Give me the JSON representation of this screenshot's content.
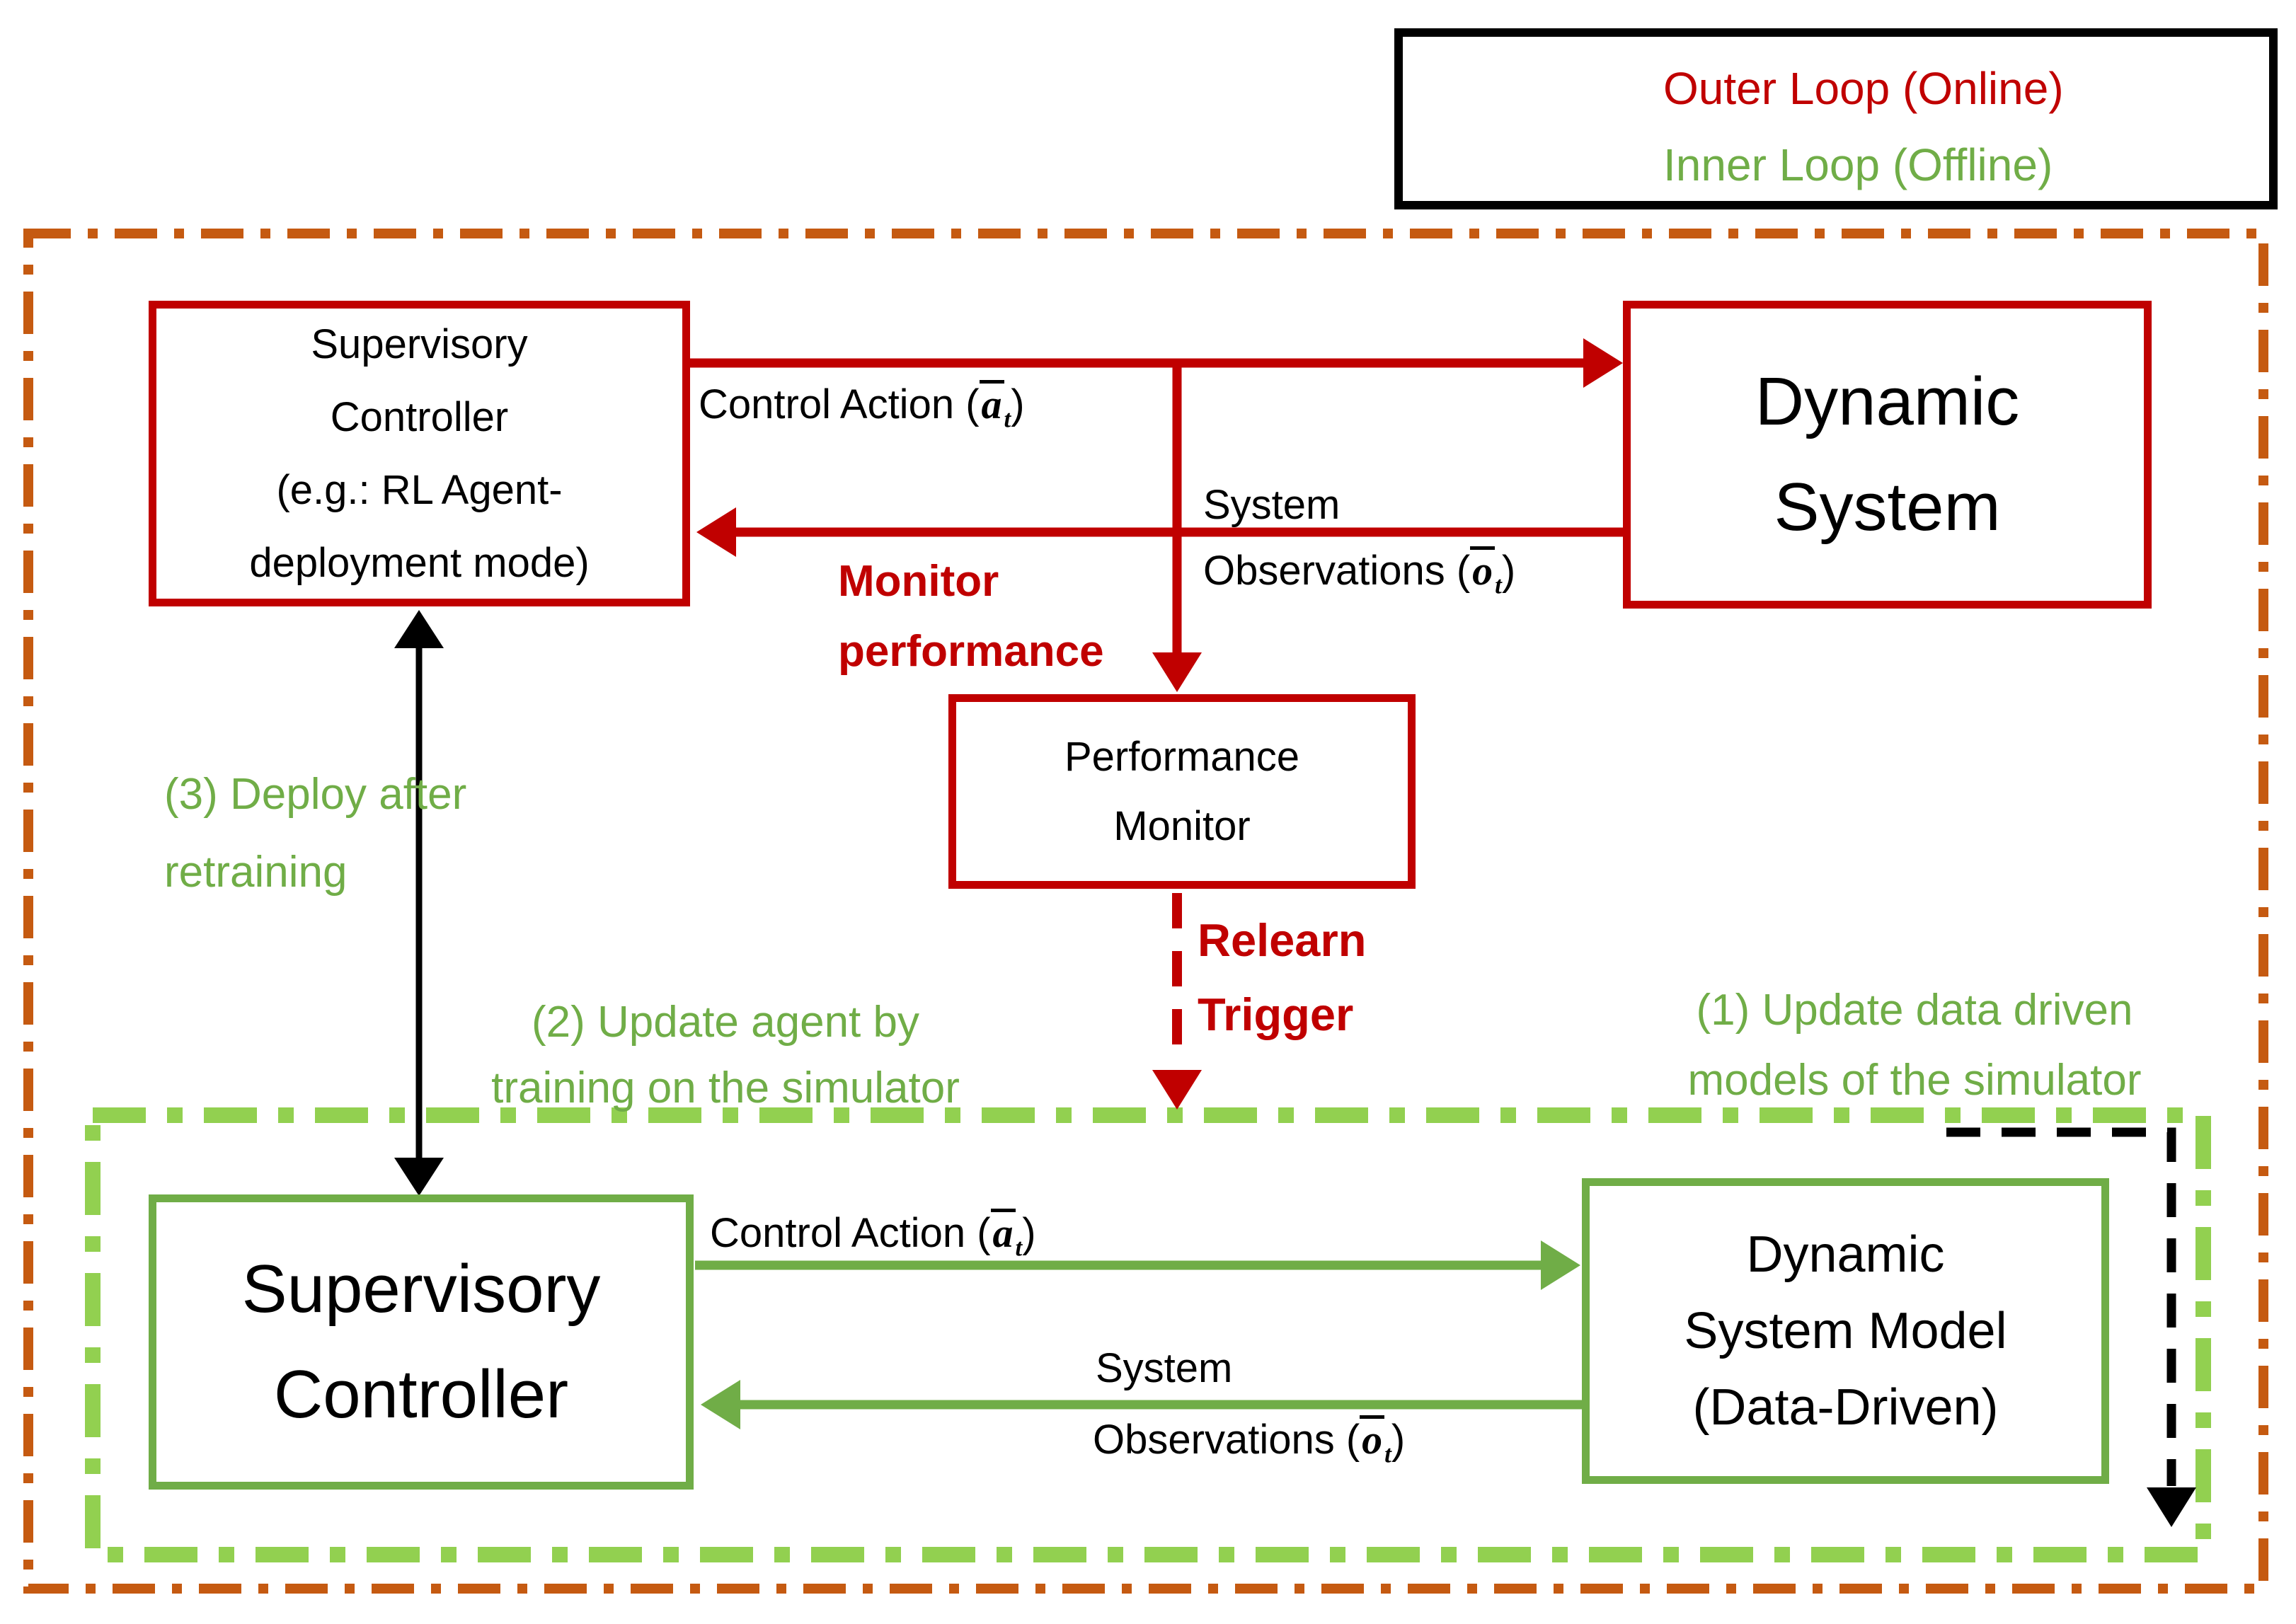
{
  "legend": {
    "outer": {
      "label": "Outer Loop (Online)",
      "color": "#C00000"
    },
    "inner": {
      "label": "Inner Loop (Offline)",
      "color": "#70AD47"
    }
  },
  "colors": {
    "outer_loop_border": "#C55A11",
    "inner_loop_border": "#92D050",
    "red_accent": "#C00000",
    "green_accent": "#70AD47",
    "black": "#000000"
  },
  "boxes": {
    "supervisory_top": {
      "lines": [
        "Supervisory",
        "Controller",
        "(e.g.: RL Agent-",
        "deployment mode)"
      ]
    },
    "dynamic_system": {
      "lines": [
        "Dynamic",
        "System"
      ]
    },
    "performance_monitor": {
      "lines": [
        "Performance",
        "Monitor"
      ]
    },
    "supervisory_bottom": {
      "lines": [
        "Supervisory",
        "Controller"
      ]
    },
    "dynamic_system_model": {
      "lines": [
        "Dynamic",
        "System Model",
        "(Data-Driven)"
      ]
    }
  },
  "labels": {
    "outer_control": {
      "prefix": "Control Action (",
      "var": "a",
      "sub": "t",
      "suffix": ")"
    },
    "outer_system": "System",
    "outer_observations": {
      "prefix": "Observations (",
      "var": "o",
      "sub": "t",
      "suffix": ")"
    },
    "inner_control": {
      "prefix": "Control Action (",
      "var": "a",
      "sub": "t",
      "suffix": ")"
    },
    "inner_system": "System",
    "inner_observations": {
      "prefix": "Observations (",
      "var": "o",
      "sub": "t",
      "suffix": ")"
    },
    "monitor_performance": {
      "lines": [
        "Monitor",
        "performance"
      ]
    },
    "relearn_trigger": {
      "lines": [
        "Relearn",
        "Trigger"
      ]
    }
  },
  "annotations": {
    "deploy": {
      "lines": [
        "(3) Deploy after",
        "retraining"
      ]
    },
    "update_agent": {
      "lines": [
        "(2) Update agent by",
        "training on the simulator"
      ]
    },
    "update_models": {
      "lines": [
        "(1) Update data driven",
        "models of the simulator"
      ]
    }
  }
}
